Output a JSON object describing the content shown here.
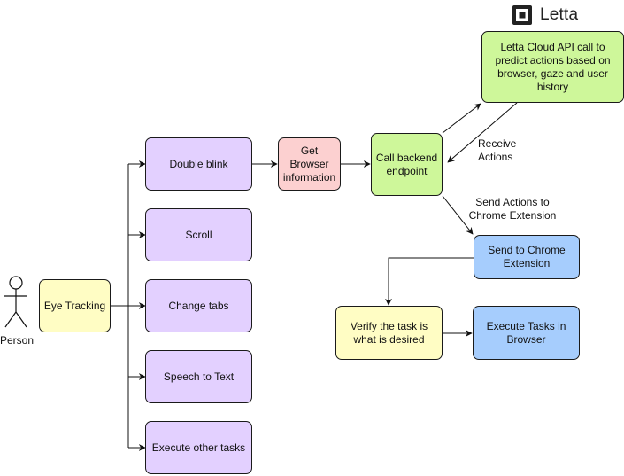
{
  "logo": {
    "name": "Letta",
    "icon": "letta-logo-icon"
  },
  "person": {
    "label": "Person",
    "icon": "stick-figure-icon"
  },
  "nodes": {
    "eye_tracking": "Eye Tracking",
    "double_blink": "Double blink",
    "scroll": "Scroll",
    "change_tabs": "Change tabs",
    "speech_to_text": "Speech to Text",
    "execute_other": "Execute other tasks",
    "get_browser_info": "Get Browser information",
    "call_backend": "Call backend endpoint",
    "letta_api": "Letta Cloud API call to predict actions based on browser, gaze and user history",
    "send_chrome": "Send to Chrome Extension",
    "verify_task": "Verify the task is what is desired",
    "execute_browser": "Execute Tasks in Browser"
  },
  "edge_labels": {
    "receive_actions": "Receive Actions",
    "send_actions": "Send Actions to Chrome Extension"
  },
  "colors": {
    "yellow": "#fffdc4",
    "purple": "#e3d0ff",
    "pink": "#fcd0d0",
    "green": "#cef79a",
    "blue": "#a6cdfd",
    "stroke": "#1a1a1a"
  }
}
